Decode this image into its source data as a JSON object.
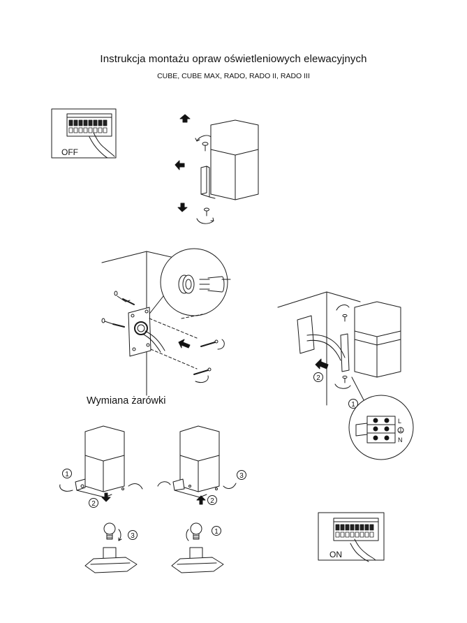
{
  "header": {
    "title": "Instrukcja montażu opraw oświetleniowych elewacyjnych",
    "subtitle": "CUBE, CUBE MAX, RADO, RADO II, RADO III"
  },
  "section_title": "Wymiana żarówki",
  "switch_panels": {
    "off_label": "OFF",
    "on_label": "ON"
  },
  "step_numbers": {
    "one": "1",
    "two": "2",
    "three": "3"
  },
  "terminal_labels": {
    "live": "L",
    "neutral": "N"
  },
  "colors": {
    "line": "#1a1a1a",
    "fill": "#ffffff"
  }
}
